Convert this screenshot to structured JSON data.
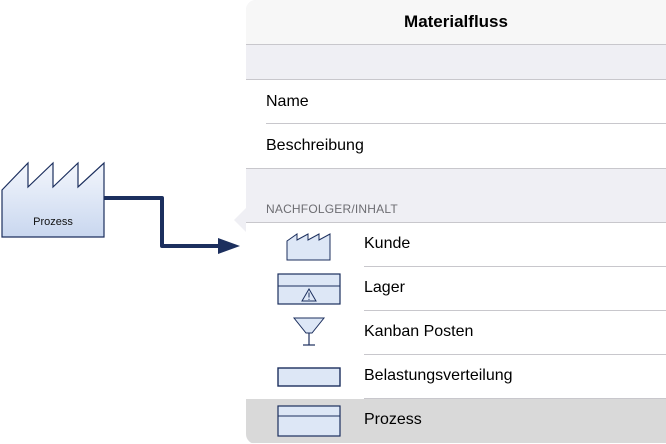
{
  "canvas": {
    "factory_label": "Prozess"
  },
  "popover": {
    "title": "Materialfluss",
    "fields": [
      {
        "label": "Name",
        "value": ""
      },
      {
        "label": "Beschreibung",
        "value": ""
      }
    ],
    "section_header": "NACHFOLGER/INHALT",
    "items": [
      {
        "label": "Kunde",
        "icon": "factory-icon",
        "selected": false
      },
      {
        "label": "Lager",
        "icon": "warehouse-warning-icon",
        "selected": false
      },
      {
        "label": "Kanban Posten",
        "icon": "kanban-funnel-icon",
        "selected": false
      },
      {
        "label": "Belastungsverteilung",
        "icon": "load-leveling-box-icon",
        "selected": false
      },
      {
        "label": "Prozess",
        "icon": "process-box-icon",
        "selected": true
      }
    ]
  },
  "colors": {
    "accent": "#1c2f5e",
    "shape_fill": "#dde7f6",
    "selected_row": "#d9d9d9"
  }
}
